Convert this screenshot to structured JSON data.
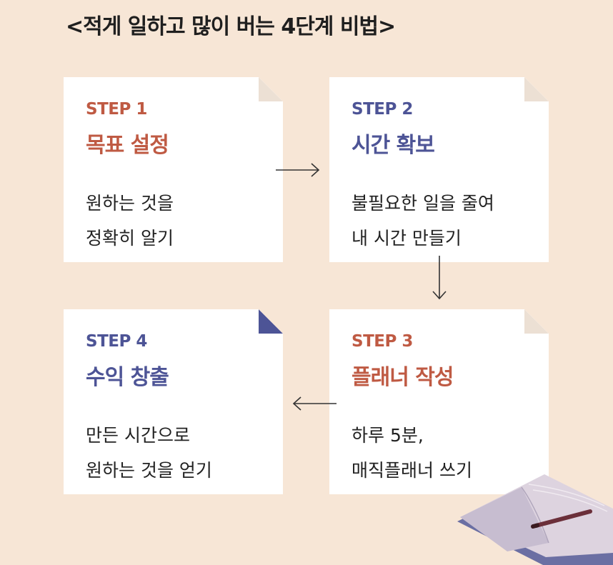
{
  "title": "<적게 일하고 많이 버는 4단계 비법>",
  "steps": [
    {
      "step": "STEP 1",
      "name": "목표 설정",
      "lines": [
        "원하는 것을",
        "정확히 알기"
      ],
      "color": "#bf5a43"
    },
    {
      "step": "STEP 2",
      "name": "시간 확보",
      "lines": [
        "불필요한 일을 줄여",
        "내 시간 만들기"
      ],
      "color": "#4d5496"
    },
    {
      "step": "STEP 3",
      "name": "플래너 작성",
      "lines": [
        "하루 5분,",
        "매직플래너 쓰기"
      ],
      "color": "#bf5a43"
    },
    {
      "step": "STEP 4",
      "name": "수익 창출",
      "lines": [
        "만든 시간으로",
        "원하는 것을 얻기"
      ],
      "color": "#4d5496"
    }
  ],
  "colors": {
    "background": "#f7e6d6",
    "accent_red": "#bf5a43",
    "accent_blue": "#4d5496"
  },
  "icons": [
    "arrow-right-icon",
    "arrow-down-icon",
    "arrow-left-icon",
    "book-pen-illustration"
  ]
}
